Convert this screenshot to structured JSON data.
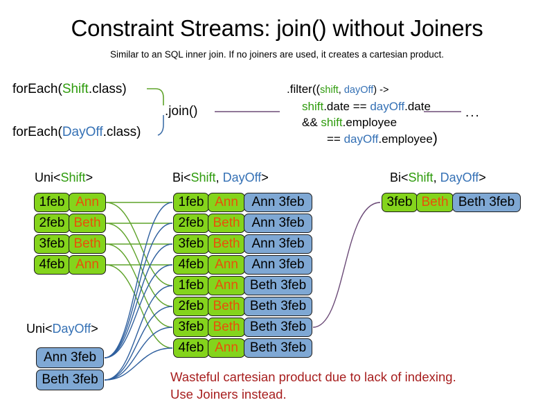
{
  "header": {
    "title": "Constraint Streams: join() without Joiners",
    "subtitle": "Similar to an SQL inner join. If no joiners are used, it creates a cartesian product."
  },
  "code": {
    "foreach_shift_prefix": "forEach(",
    "foreach_shift_type": "Shift",
    "foreach_shift_suffix": ".class)",
    "foreach_dayoff_prefix": "forEach(",
    "foreach_dayoff_type": "DayOff",
    "foreach_dayoff_suffix": ".class)",
    "join_label": ".join()",
    "ellipsis": "..."
  },
  "filter": {
    "line1_a": ".filter((",
    "line1_shift": "shift",
    "line1_comma": ", ",
    "line1_dayoff": "dayOff",
    "line1_b": ") ->",
    "line2_shift": "shift",
    "line2_mid": ".date == ",
    "line2_dayoff": "dayOff",
    "line2_end": ".date",
    "line3_a": "&& ",
    "line3_shift": "shift",
    "line3_b": ".employee",
    "line4_a": "== ",
    "line4_dayoff": "dayOff",
    "line4_b": ".employee",
    "line4_close": ")"
  },
  "captions": {
    "uni_shift": {
      "a": "Uni<",
      "b": "Shift",
      "c": ">"
    },
    "bi_mid": {
      "a": "Bi<",
      "b": "Shift",
      "c": ", ",
      "d": "DayOff",
      "e": ">"
    },
    "bi_right": {
      "a": "Bi<",
      "b": "Shift",
      "c": ", ",
      "d": "DayOff",
      "e": ">"
    },
    "uni_dayoff": {
      "a": "Uni<",
      "b": "DayOff",
      "c": ">"
    }
  },
  "uni_shift_rows": [
    {
      "date": "1feb",
      "name": "Ann"
    },
    {
      "date": "2feb",
      "name": "Beth"
    },
    {
      "date": "3feb",
      "name": "Beth"
    },
    {
      "date": "4feb",
      "name": "Ann"
    }
  ],
  "uni_dayoff_rows": [
    {
      "label": "Ann 3feb"
    },
    {
      "label": "Beth 3feb"
    }
  ],
  "bi_rows": [
    {
      "date": "1feb",
      "name": "Ann",
      "dayoff": "Ann 3feb"
    },
    {
      "date": "2feb",
      "name": "Beth",
      "dayoff": "Ann 3feb"
    },
    {
      "date": "3feb",
      "name": "Beth",
      "dayoff": "Ann 3feb"
    },
    {
      "date": "4feb",
      "name": "Ann",
      "dayoff": "Ann 3feb"
    },
    {
      "date": "1feb",
      "name": "Ann",
      "dayoff": "Beth 3feb"
    },
    {
      "date": "2feb",
      "name": "Beth",
      "dayoff": "Beth 3feb"
    },
    {
      "date": "3feb",
      "name": "Beth",
      "dayoff": "Beth 3feb"
    },
    {
      "date": "4feb",
      "name": "Ann",
      "dayoff": "Beth 3feb"
    }
  ],
  "result_rows": [
    {
      "date": "3feb",
      "name": "Beth",
      "dayoff": "Beth 3feb"
    }
  ],
  "warning": {
    "line1": "Wasteful cartesian product due to lack of indexing.",
    "line2": "Use Joiners instead."
  },
  "colors": {
    "shift_green": "#2E9B0C",
    "dayoff_blue": "#3571B5",
    "card_green": "#84D41C",
    "card_blue": "#7FA8D4",
    "name_orange": "#E8500A",
    "warning_red": "#A71E1E",
    "connector_purple": "#6B4A77",
    "connector_green": "#5FA32A",
    "connector_blue": "#2E5F9E"
  }
}
